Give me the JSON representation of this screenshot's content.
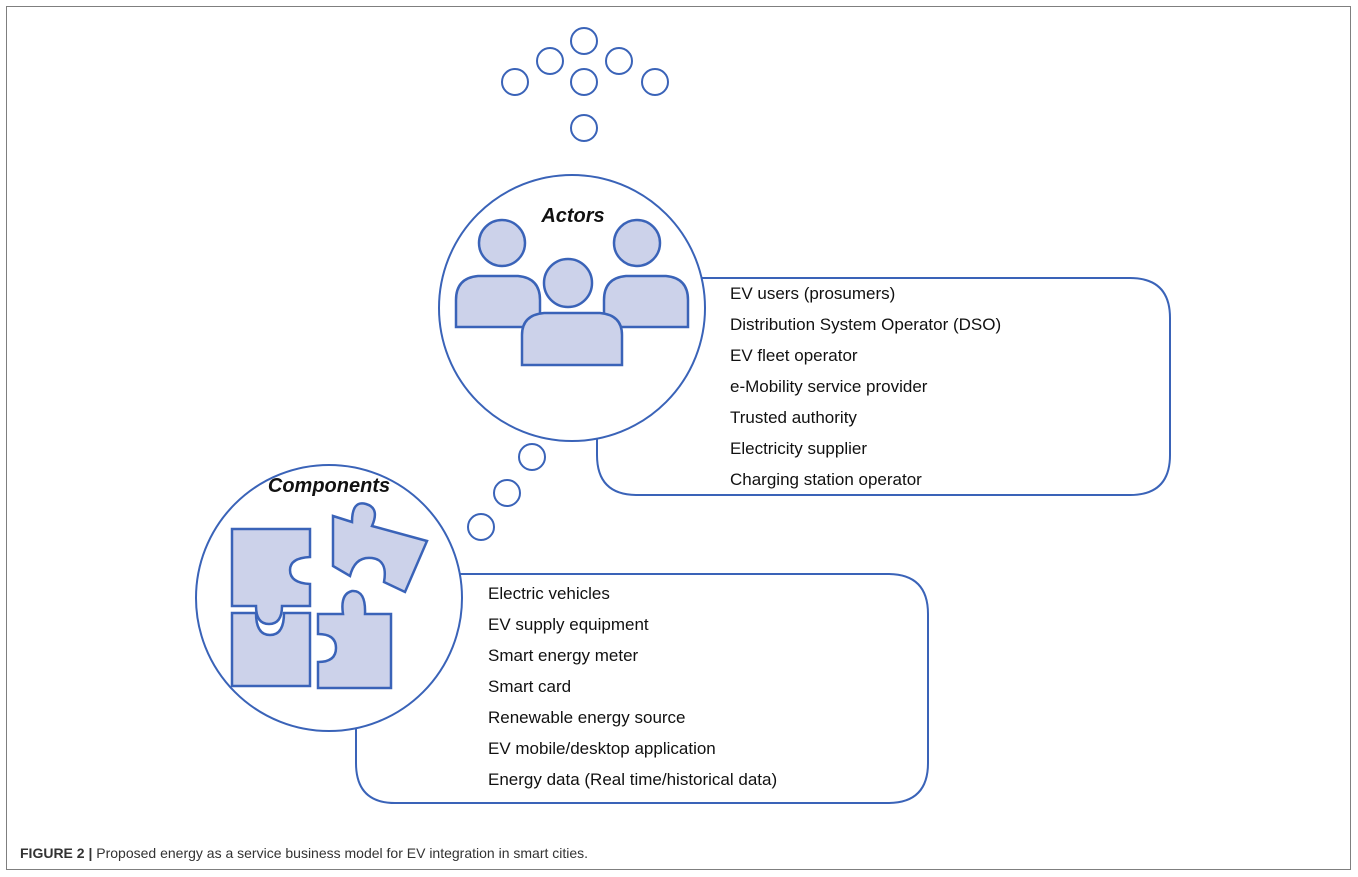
{
  "colors": {
    "outline": "#3a63b8",
    "fill": "#ccd2ea",
    "text": "#111111"
  },
  "actors": {
    "title": "Actors",
    "items": [
      "EV users (prosumers)",
      "Distribution System Operator (DSO)",
      "EV fleet operator",
      "e-Mobility service provider",
      "Trusted authority",
      "Electricity supplier",
      "Charging station operator"
    ]
  },
  "components": {
    "title": "Components",
    "items": [
      "Electric vehicles",
      "EV supply equipment",
      "Smart energy meter",
      "Smart card",
      "Renewable energy source",
      "EV mobile/desktop application",
      "Energy data (Real time/historical data)"
    ]
  },
  "caption": {
    "label": "FIGURE 2 |",
    "text": "Proposed energy as a service business model for EV integration in smart cities."
  }
}
